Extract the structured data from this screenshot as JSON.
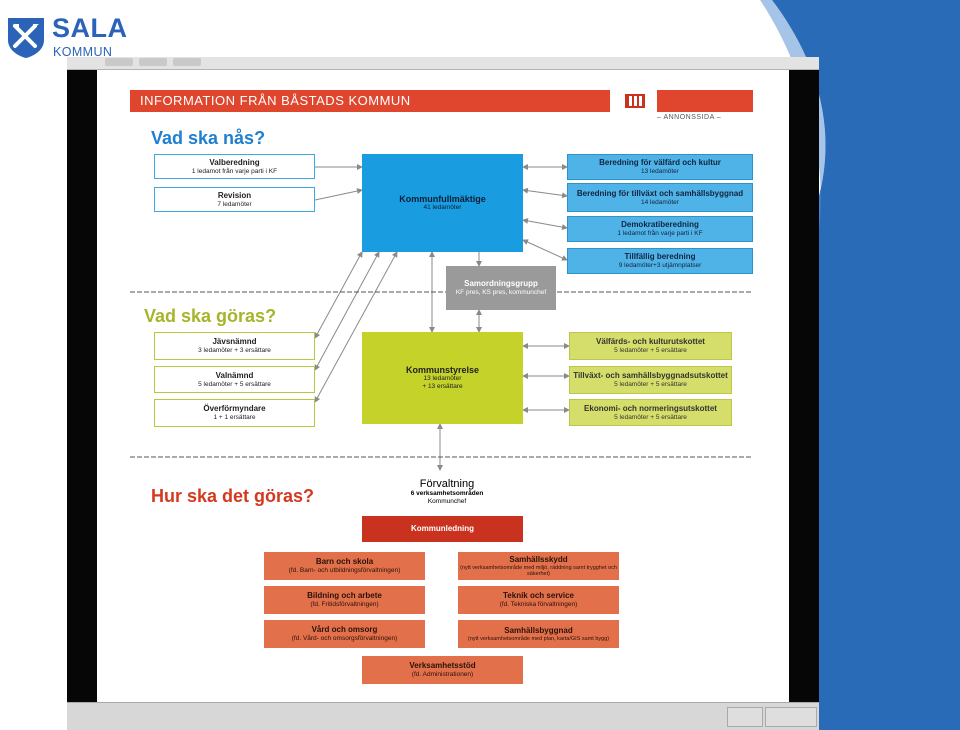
{
  "logo": {
    "name": "SALA",
    "sub": "KOMMUN"
  },
  "document": {
    "banner": "INFORMATION FRÅN BÅSTADS KOMMUN",
    "banner_sub": "– ANNONSSIDA –",
    "sections": {
      "what": "Vad ska nås?",
      "do": "Vad ska göras?",
      "how": "Hur ska det göras?"
    },
    "left_top": [
      {
        "title": "Valberedning",
        "sub": "1 ledamot från varje parti i KF"
      },
      {
        "title": "Revision",
        "sub": "7 ledamöter"
      }
    ],
    "kf": {
      "title": "Kommunfullmäktige",
      "sub": "41 ledamöter"
    },
    "right_top": [
      {
        "title": "Beredning för välfärd och kultur",
        "sub": "13 ledamöter"
      },
      {
        "title": "Beredning för tillväxt och samhällsbyggnad",
        "sub": "14 ledamöter"
      },
      {
        "title": "Demokratiberedning",
        "sub": "1 ledamot från varje parti i KF"
      },
      {
        "title": "Tillfällig beredning",
        "sub": "9 ledamöter+3 utjämnplatser"
      }
    ],
    "samordning": {
      "title": "Samordningsgrupp",
      "sub": "KF pres, KS pres, kommunchef"
    },
    "left_mid": [
      {
        "title": "Jävsnämnd",
        "sub": "3 ledamöter + 3 ersättare"
      },
      {
        "title": "Valnämnd",
        "sub": "5 ledamöter + 5 ersättare"
      },
      {
        "title": "Överförmyndare",
        "sub": "1 + 1 ersättare"
      }
    ],
    "ks": {
      "title": "Kommunstyrelse",
      "sub1": "13 ledamöter",
      "sub2": "+ 13 ersättare"
    },
    "right_mid": [
      {
        "title": "Välfärds- och kulturutskottet",
        "sub": "5 ledamöter + 5 ersättare"
      },
      {
        "title": "Tillväxt- och samhällsbyggnadsutskottet",
        "sub": "5 ledamöter + 5 ersättare"
      },
      {
        "title": "Ekonomi- och normeringsutskottet",
        "sub": "5 ledamöter + 5 ersättare"
      }
    ],
    "forvaltning": {
      "title": "Förvaltning",
      "sub1": "6 verksamhetsområden",
      "sub2": "Kommunchef"
    },
    "ledning": "Kommunledning",
    "areas_left": [
      {
        "title": "Barn och skola",
        "sub": "(fd. Barn- och utbildningsförvaltningen)"
      },
      {
        "title": "Bildning och arbete",
        "sub": "(fd. Fritidsförvaltningen)"
      },
      {
        "title": "Vård och omsorg",
        "sub": "(fd. Vård- och omsorgsförvaltningen)"
      }
    ],
    "areas_right": [
      {
        "title": "Samhällsskydd",
        "sub": "(nytt verksamhetsområde med miljö, räddning samt trygghet och säkerhet)"
      },
      {
        "title": "Teknik och service",
        "sub": "(fd. Tekniska förvaltningen)"
      },
      {
        "title": "Samhällsbyggnad",
        "sub": "(nytt verksamhetsområde med plan, karta/GIS samt bygg)"
      }
    ],
    "stod": {
      "title": "Verksamhetsstöd",
      "sub": "(fd. Administrationen)"
    }
  },
  "colors": {
    "brand_blue": "#2a63b8",
    "swoosh_blue": "#2a6bb8",
    "banner_red": "#e0452d",
    "kf_blue": "#1a9ce0",
    "ks_lime": "#c4d22a"
  }
}
